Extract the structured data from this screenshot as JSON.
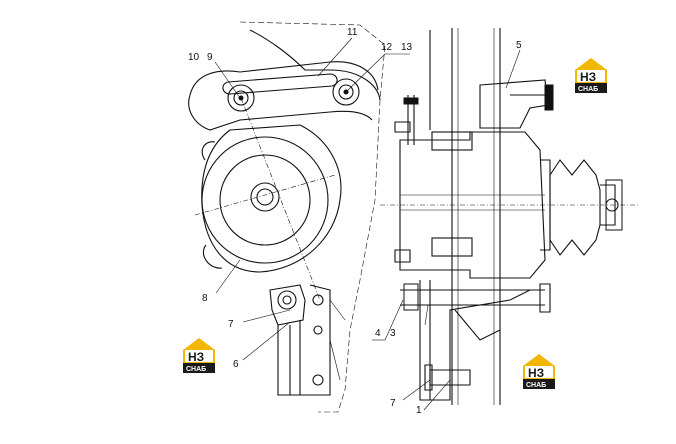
{
  "callouts": {
    "c1": "1",
    "c3": "3",
    "c4": "4",
    "c5": "5",
    "c6": "6",
    "c7a": "7",
    "c7b": "7",
    "c8": "8",
    "c9": "9",
    "c10": "10",
    "c11": "11",
    "c12": "12",
    "c13": "13"
  },
  "logo": {
    "top_text": "НЗ",
    "bottom_text": "СНАБ",
    "accent_color": "#f2b705",
    "dark_color": "#1a1a1a"
  }
}
